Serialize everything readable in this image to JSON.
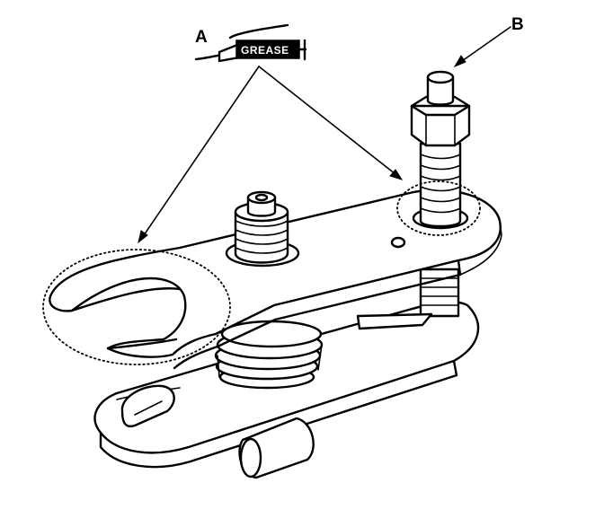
{
  "labels": {
    "a": "A",
    "b": "B",
    "grease": "GREASE"
  }
}
